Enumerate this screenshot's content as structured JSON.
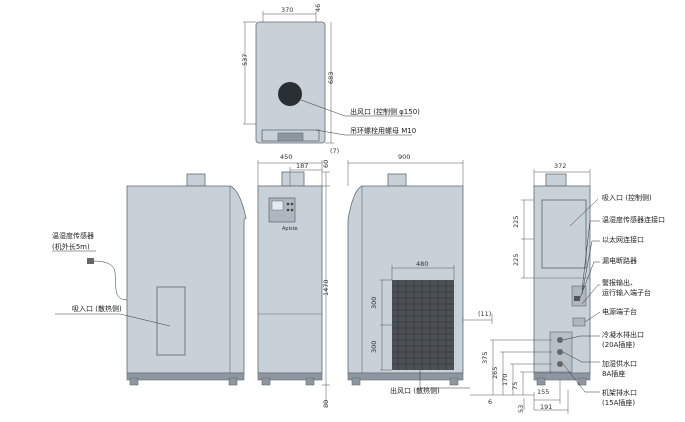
{
  "dimensions": {
    "top_width": "370",
    "top_offset": "46",
    "top_depth": "537",
    "top_depth2": "683",
    "front_width": "450",
    "front_inner": "187",
    "front_top": "60",
    "front_height": "1470",
    "front_bottom": "80",
    "side_offset": "(7)",
    "side_width": "900",
    "vent_width": "480",
    "vent_h1": "300",
    "vent_h2": "300",
    "side_gap": "(11)",
    "rear_width": "372",
    "rear_h1": "225",
    "rear_h2": "225",
    "rear_375": "375",
    "rear_265": "265",
    "rear_170": "170",
    "rear_75": "75",
    "rear_6": "6",
    "rear_53": "53",
    "rear_155": "155",
    "rear_191": "191"
  },
  "labels": {
    "outlet_top": "出风口 (控制侧 φ150)",
    "eyebolt": "吊环螺栓用螺母 M10",
    "sensor": "温湿度传感器",
    "sensor_cable": "(机外长5m)",
    "intake_left": "吸入口 (散热侧)",
    "outlet_bottom": "出风口 (散热侧)",
    "intake_rear": "吸入口 (控制侧)",
    "sensor_port": "温湿度传感器连接口",
    "ethernet": "以太网连接口",
    "breaker": "漏电断路器",
    "alarm_out": "警报输出、",
    "run_in": "运行输入端子台",
    "power_terminal": "电源端子台",
    "cond_drain": "冷凝水排出口",
    "cond_drain_sub": "(20A插座)",
    "humid_supply": "加湿供水口",
    "humid_supply_sub": "8A插座",
    "frame_drain": "机架排水口",
    "frame_drain_sub": "(15A插座)",
    "logo": "Apiste"
  }
}
